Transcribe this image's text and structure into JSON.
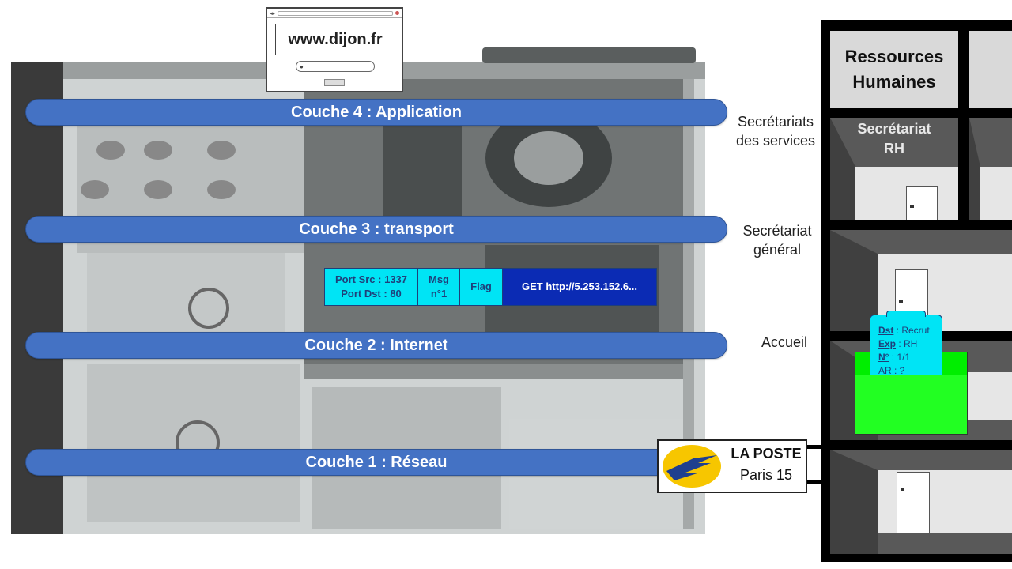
{
  "browser": {
    "url": "www.dijon.fr"
  },
  "layers": [
    {
      "label": "Couche 4 : Application"
    },
    {
      "label": "Couche 3 : transport"
    },
    {
      "label": "Couche 2 : Internet"
    },
    {
      "label": "Couche 1 : Réseau"
    }
  ],
  "packet": {
    "port_src": "Port Src : 1337",
    "port_dst": "Port Dst : 80",
    "msg_line1": "Msg",
    "msg_line2": "n°1",
    "flag": "Flag",
    "payload": "GET  http://5.253.152.6..."
  },
  "side_labels": {
    "services_line1": "Secrétariats",
    "services_line2": "des services",
    "general_line1": "Secrétariat",
    "general_line2": "général",
    "accueil": "Accueil"
  },
  "building": {
    "rh_line1": "Ressources",
    "rh_line2": "Humaines",
    "sec_rh_line1": "Secrétariat",
    "sec_rh_line2": "RH"
  },
  "letter": {
    "dst_key": "Dst",
    "dst_val": " : Recrut",
    "exp_key": "Exp",
    "exp_val": " : RH",
    "num_key": "N°",
    "num_val": " : 1/1",
    "ar": "AR : ?"
  },
  "laposte": {
    "name": "LA POSTE",
    "city": "Paris 15"
  },
  "colors": {
    "layer_bar": "#4472c4",
    "packet_header": "#00e4f5",
    "packet_payload": "#0b2bb4",
    "mailbox": "#22ff22",
    "laposte_logo": "#f7c600"
  }
}
